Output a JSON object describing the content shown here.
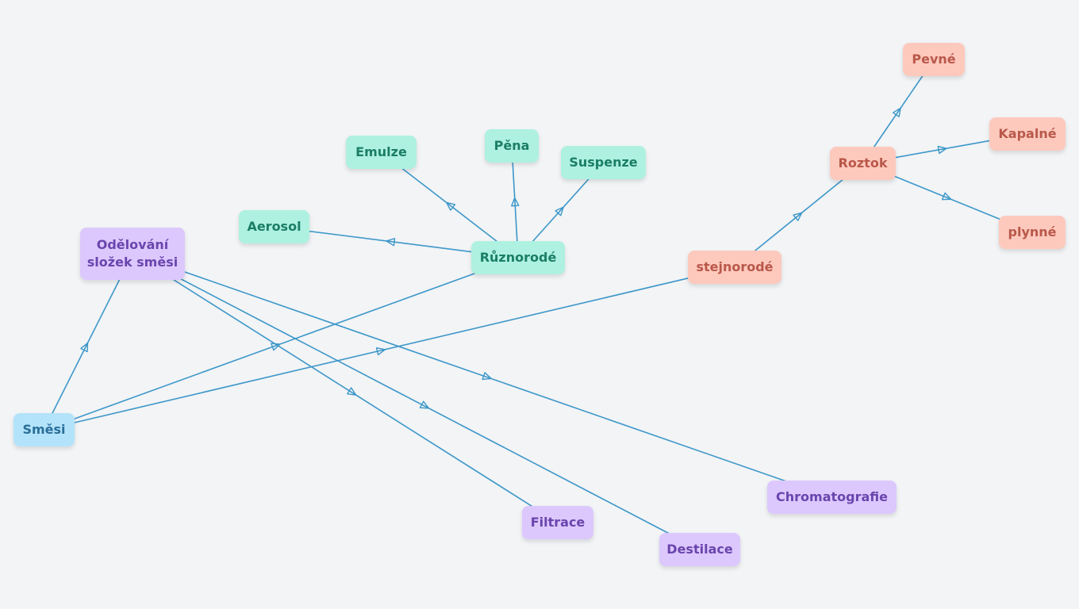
{
  "diagram": {
    "colors": {
      "edge": "#3d97c9",
      "background": "#f2f4f6",
      "root_fill": "#b3e3fb",
      "teal_fill": "#aef1e0",
      "salmon_fill": "#fdc9bd",
      "purple_fill": "#dcc8fd"
    },
    "nodes": {
      "smesi": "Směsi",
      "odelovani_line1": "Odělování",
      "odelovani_line2": "složek směsi",
      "ruznorode": "Různorodé",
      "aerosol": "Aerosol",
      "emulze": "Emulze",
      "pena": "Pěna",
      "suspenze": "Suspenze",
      "stejnorode": "stejnorodé",
      "roztok": "Roztok",
      "pevne": "Pevné",
      "kapalne": "Kapalné",
      "plynne": "plynné",
      "filtrace": "Filtrace",
      "destilace": "Destilace",
      "chromatografie": "Chromatografie"
    },
    "edges": [
      {
        "from": "smesi",
        "to": "odelovani"
      },
      {
        "from": "smesi",
        "to": "ruznorode"
      },
      {
        "from": "smesi",
        "to": "stejnorode"
      },
      {
        "from": "ruznorode",
        "to": "aerosol"
      },
      {
        "from": "ruznorode",
        "to": "emulze"
      },
      {
        "from": "ruznorode",
        "to": "pena"
      },
      {
        "from": "ruznorode",
        "to": "suspenze"
      },
      {
        "from": "stejnorode",
        "to": "roztok"
      },
      {
        "from": "roztok",
        "to": "pevne"
      },
      {
        "from": "roztok",
        "to": "kapalne"
      },
      {
        "from": "roztok",
        "to": "plynne"
      },
      {
        "from": "odelovani",
        "to": "filtrace"
      },
      {
        "from": "odelovani",
        "to": "destilace"
      },
      {
        "from": "odelovani",
        "to": "chromatografie"
      }
    ]
  }
}
